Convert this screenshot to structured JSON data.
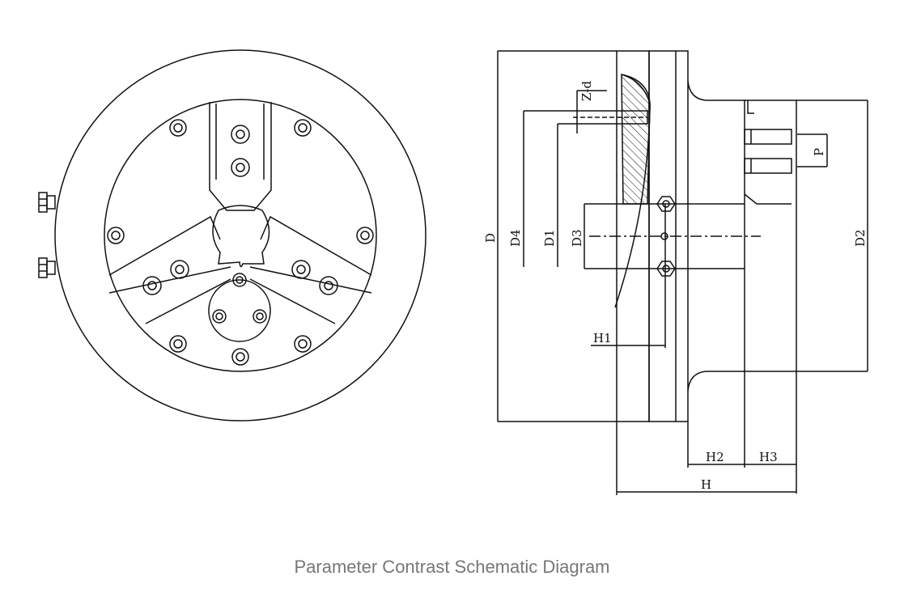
{
  "caption": "Parameter Contrast Schematic Diagram",
  "side_view": {
    "labels": {
      "d": "D",
      "d4": "D4",
      "d1": "D1",
      "d3": "D3",
      "d2": "D2",
      "zd": "Z-d",
      "p": "P",
      "h1": "H1",
      "h2": "H2",
      "h3": "H3",
      "h": "H"
    }
  }
}
